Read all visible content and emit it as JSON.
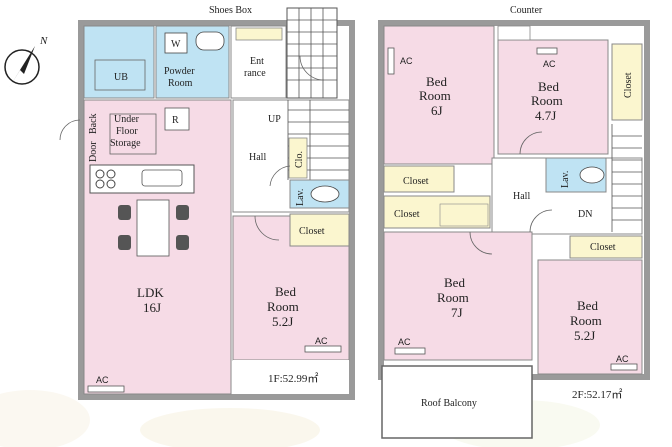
{
  "floor1": {
    "shoes_box": "Shoes Box",
    "ub": "UB",
    "w": "W",
    "powder_room_1": "Powder",
    "powder_room_2": "Room",
    "entrance_1": "Ent",
    "entrance_2": "rance",
    "back_door_1": "Back",
    "back_door_2": "Door",
    "under_floor_1": "Under",
    "under_floor_2": "Floor",
    "under_floor_3": "Storage",
    "r": "R",
    "up": "UP",
    "hall": "Hall",
    "closet_small": "Clo.",
    "lav": "Lav.",
    "closet": "Closet",
    "ldk": "LDK",
    "ldk_size": "16J",
    "bed_room_1": "Bed",
    "bed_room_2": "Room",
    "bed_room_size": "5.2J",
    "ac_ldk": "AC",
    "ac_bed": "AC",
    "area": "1F:52.99㎡"
  },
  "floor2": {
    "counter": "Counter",
    "bed6_1": "Bed",
    "bed6_2": "Room",
    "bed6_size": "6J",
    "ac_bed6": "AC",
    "bed47_1": "Bed",
    "bed47_2": "Room",
    "bed47_size": "4.7J",
    "ac_bed47": "AC",
    "closet_right_top": "Closet",
    "closet_a": "Closet",
    "closet_b": "Closet",
    "lav": "Lav.",
    "hall": "Hall",
    "dn": "DN",
    "closet_right": "Closet",
    "bed7_1": "Bed",
    "bed7_2": "Room",
    "bed7_size": "7J",
    "ac_bed7": "AC",
    "bed52_1": "Bed",
    "bed52_2": "Room",
    "bed52_size": "5.2J",
    "ac_bed52": "AC",
    "roof_balcony": "Roof Balcony",
    "area": "2F:52.17㎡"
  },
  "compass": {
    "north": "N"
  },
  "colors": {
    "bedroom": "#f6dbe6",
    "wet": "#bfe3f3",
    "closet": "#fbf6cf",
    "hall": "#ffffff",
    "wall": "#9a9a9a"
  }
}
